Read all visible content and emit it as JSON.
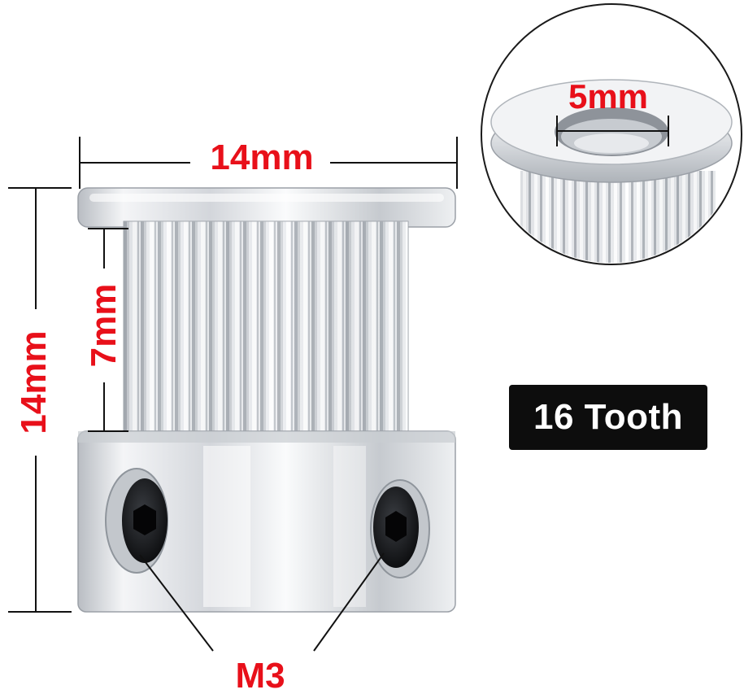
{
  "annotations": {
    "top_width": "14mm",
    "total_height": "14mm",
    "teeth_height": "7mm",
    "bore_diameter": "5mm",
    "screw_size": "M3"
  },
  "badge": {
    "label": "16 Tooth"
  },
  "colors": {
    "dimension_text": "#e8101a",
    "badge_bg": "#0d0d0d",
    "badge_text": "#ffffff",
    "metal_light": "#f2f3f5",
    "metal_dark": "#8e939a"
  }
}
